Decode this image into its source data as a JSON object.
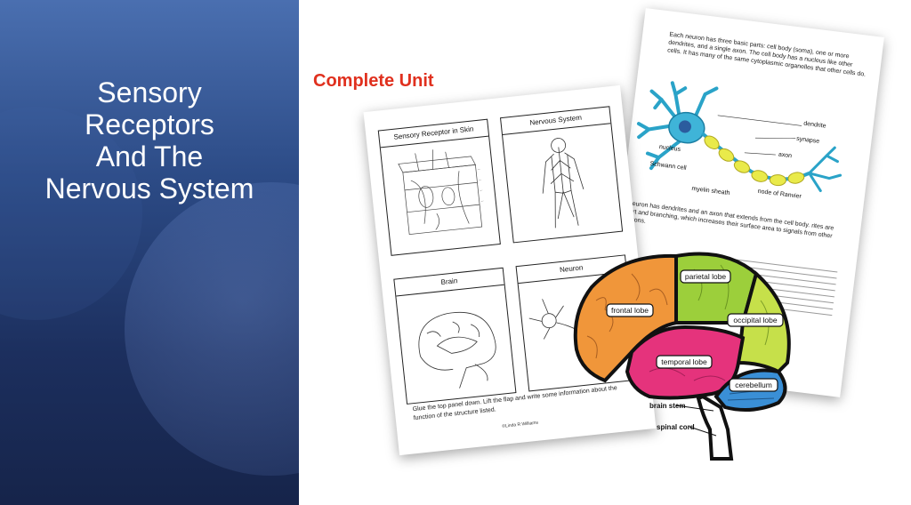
{
  "slide": {
    "title_lines": [
      "Sensory",
      "Receptors",
      "And The",
      "Nervous System"
    ],
    "subtitle": "Complete Unit"
  },
  "worksheet": {
    "panels": [
      {
        "title": "Sensory Receptor in Skin"
      },
      {
        "title": "Nervous System"
      },
      {
        "title": "Brain"
      },
      {
        "title": "Neuron"
      }
    ],
    "instructions": "Glue the top panel down.  Lift the flap and write some information about the function of the structure listed.",
    "credit": "©Linda R Williams"
  },
  "neuron_page": {
    "intro": "Each neuron has three basic parts: cell body (soma), one or more dendrites, and a single axon. The cell body has a nucleus like other cells. It has many of the same cytoplasmic organelles that other cells do.",
    "labels": [
      "dendrite",
      "synapse",
      "axon",
      "nucleus",
      "Schwann cell",
      "myelin sheath",
      "node of Ranvier"
    ],
    "body": "e neuron has dendrites and an axon that extends from the cell body. rites are short and branching, which increases their surface area to signals from other neurons."
  },
  "brain_labels": [
    "parietal lobe",
    "frontal lobe",
    "occipital lobe",
    "temporal lobe",
    "cerebellum",
    "brain stem",
    "spinal cord"
  ],
  "colors": {
    "title_red": "#e0301e",
    "frontal": "#f0963a",
    "parietal": "#9ccf3b",
    "occipital": "#c6e04a",
    "temporal": "#e5337c",
    "cerebellum": "#3a8fd6",
    "stem": "#ffffff"
  }
}
